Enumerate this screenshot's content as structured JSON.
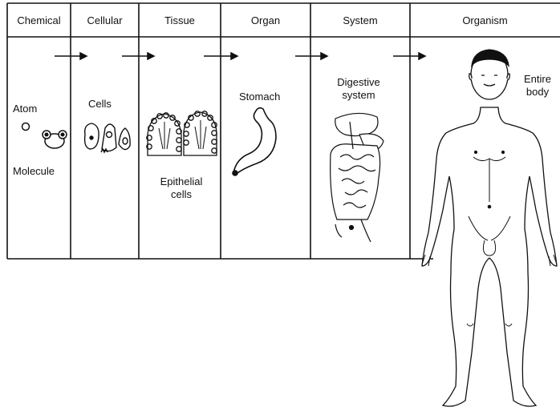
{
  "levels": [
    {
      "header": "Chemical"
    },
    {
      "header": "Cellular"
    },
    {
      "header": "Tissue"
    },
    {
      "header": "Organ"
    },
    {
      "header": "System"
    },
    {
      "header": "Organism"
    }
  ],
  "labels": {
    "atom": "Atom",
    "molecule": "Molecule",
    "cells": "Cells",
    "epithelial_line1": "Epithelial",
    "epithelial_line2": "cells",
    "stomach": "Stomach",
    "digestive_line1": "Digestive",
    "digestive_line2": "system",
    "entire_line1": "Entire",
    "entire_line2": "body"
  }
}
